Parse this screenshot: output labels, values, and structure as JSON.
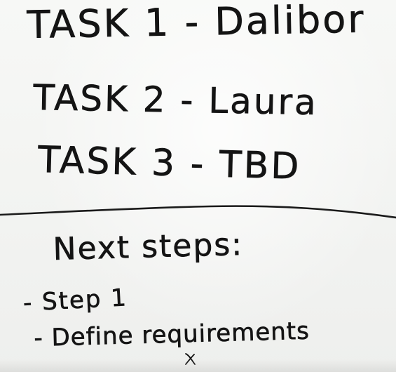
{
  "tasks": [
    {
      "label": "TASK 1 - Dalibor"
    },
    {
      "label": "TASK 2 - Laura"
    },
    {
      "label": "TASK 3 - TBD"
    }
  ],
  "next_steps": {
    "heading": "Next steps:",
    "items": [
      {
        "label": "- Step 1"
      },
      {
        "label": "- Define requirements"
      }
    ]
  },
  "colors": {
    "ink": "#141414",
    "board": "#f4f5f3"
  }
}
